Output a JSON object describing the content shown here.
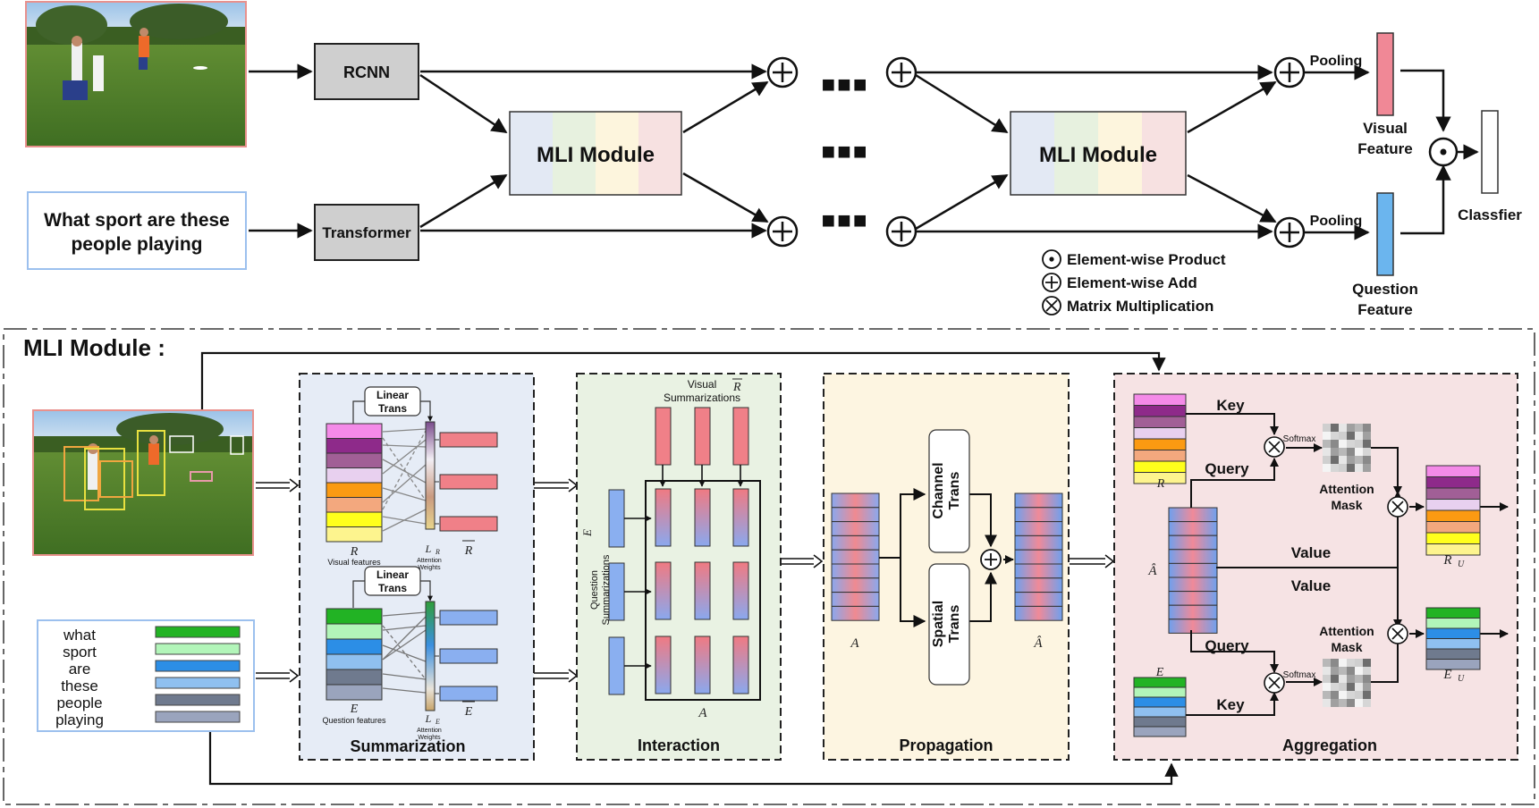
{
  "top": {
    "question_text": [
      "What sport are these",
      "people playing"
    ],
    "rcnn_label": "RCNN",
    "transformer_label": "Transformer",
    "mli_module_label": "MLI Module",
    "pooling_label": "Pooling",
    "visual_feature_label": [
      "Visual",
      "Feature"
    ],
    "question_feature_label": [
      "Question",
      "Feature"
    ],
    "classifier_label": "Classfier",
    "dots": "■■■"
  },
  "legend": {
    "product": "Element-wise Product",
    "add": "Element-wise Add",
    "matmul": "Matrix Multiplication"
  },
  "mli": {
    "title": "MLI Module :",
    "question_words": [
      "what",
      "sport",
      "are",
      "these",
      "people",
      "playing"
    ],
    "summarization": {
      "title": "Summarization",
      "linear_trans": [
        "Linear",
        "Trans"
      ],
      "r_symbol": "R",
      "r_caption": "Visual features",
      "e_symbol": "E",
      "e_caption": "Question features",
      "lr_symbol": "L",
      "lr_sub": "R",
      "le_symbol": "L",
      "le_sub": "E",
      "attention_weights": [
        "Attention",
        "Weights"
      ],
      "rbar": "R",
      "ebar": "E"
    },
    "interaction": {
      "title": "Interaction",
      "visual_summ": [
        "Visual",
        "Summarizations"
      ],
      "question_summ": [
        "Question",
        "Summarizations"
      ],
      "a_symbol": "A",
      "rbar": "R",
      "ebar": "E"
    },
    "propagation": {
      "title": "Propagation",
      "channel_trans": [
        "Channel",
        "Trans"
      ],
      "spatial_trans": [
        "Spatial",
        "Trans"
      ],
      "a_symbol": "A",
      "ahat_symbol": "Â"
    },
    "aggregation": {
      "title": "Aggregation",
      "key": "Key",
      "query": "Query",
      "value": "Value",
      "softmax": "Softmax",
      "attention_mask": [
        "Attention",
        "Mask"
      ],
      "r_symbol": "R",
      "e_symbol": "E",
      "ahat_symbol": "Â",
      "ru_symbol": "R",
      "ru_sub": "U",
      "eu_symbol": "E",
      "eu_sub": "U"
    }
  },
  "colors": {
    "visual_stack": [
      "#f48ae8",
      "#8e2a8a",
      "#a15f96",
      "#e8d0ef",
      "#fb9a12",
      "#f3a87e",
      "#ffff1c",
      "#fdf48e"
    ],
    "question_stack": [
      "#22b324",
      "#b2f5b9",
      "#2c8ee6",
      "#8fc0f0",
      "#6f7a8e",
      "#9aa4bd"
    ],
    "visual_feature": "#f08896",
    "question_feature": "#6bb5ee",
    "summ_bg": "#e6ecf6",
    "inter_bg": "#e9f2e3",
    "prop_bg": "#fdf5e1",
    "agg_bg": "#f6e3e4"
  }
}
